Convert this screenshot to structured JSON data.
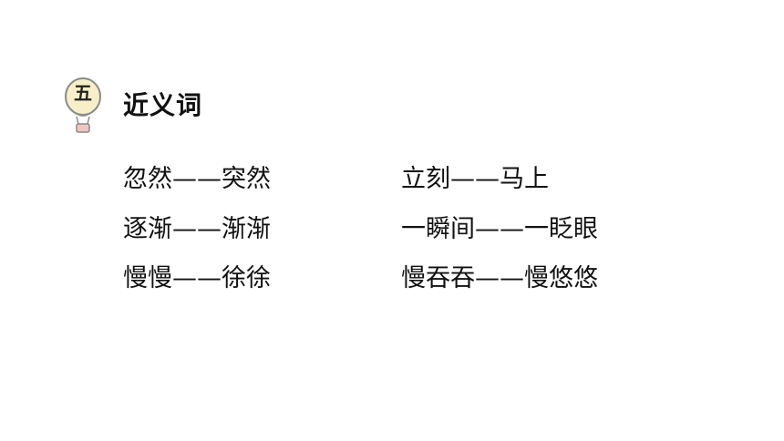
{
  "section": {
    "number": "五",
    "title": "近义词"
  },
  "pairs": {
    "left": [
      "忽然——突然",
      "逐渐——渐渐",
      "慢慢——徐徐"
    ],
    "right": [
      "立刻——马上",
      "一瞬间——一眨眼",
      "慢吞吞——慢悠悠"
    ]
  },
  "colors": {
    "badge_fill": "#f6efc7",
    "badge_stroke": "#8a8a8a",
    "basket_fill": "#f0c7c0",
    "text": "#111111"
  },
  "icons": {
    "badge": "balloon-badge-icon"
  }
}
